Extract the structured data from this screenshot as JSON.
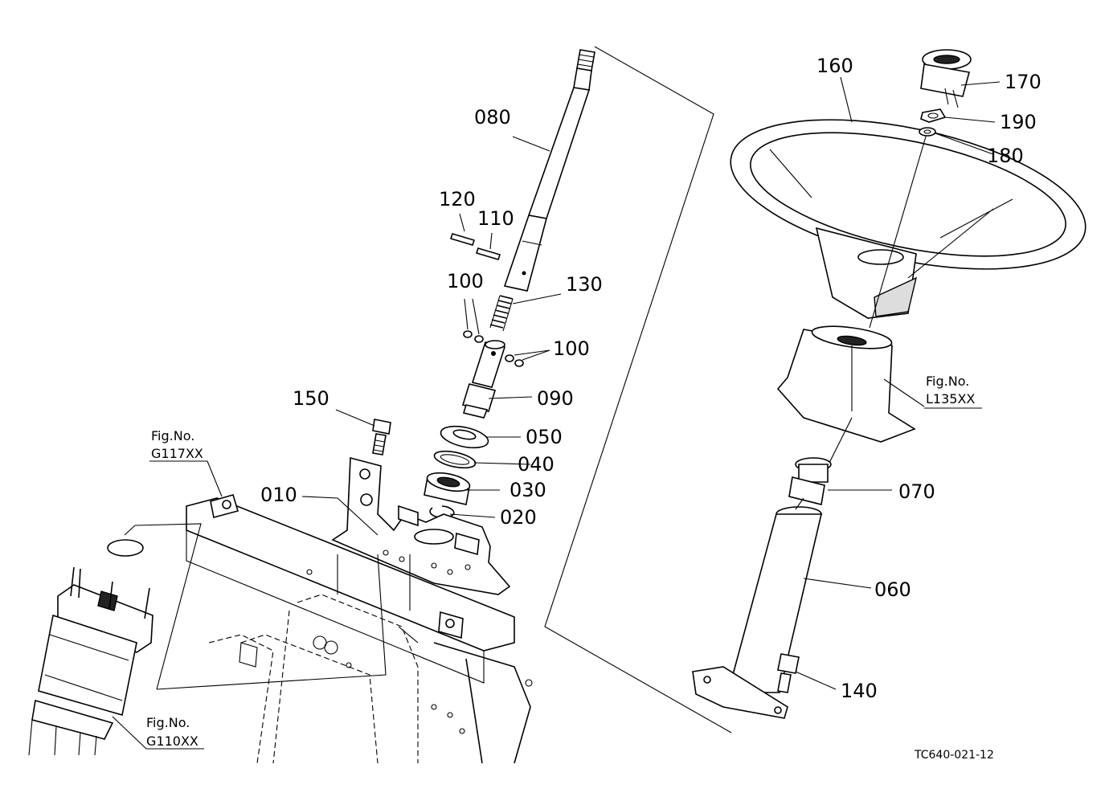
{
  "parts": {
    "p010": "010",
    "p020": "020",
    "p030": "030",
    "p040": "040",
    "p050": "050",
    "p060": "060",
    "p070": "070",
    "p080": "080",
    "p090": "090",
    "p100a": "100",
    "p100b": "100",
    "p110": "110",
    "p120": "120",
    "p130": "130",
    "p140": "140",
    "p150": "150",
    "p160": "160",
    "p170": "170",
    "p180": "180",
    "p190": "190"
  },
  "figure_refs": {
    "g117": {
      "line1": "Fig.No.",
      "line2": "G117XX"
    },
    "g110": {
      "line1": "Fig.No.",
      "line2": "G110XX"
    },
    "l135": {
      "line1": "Fig.No.",
      "line2": "L135XX"
    }
  },
  "drawing_code": "TC640-021-12"
}
